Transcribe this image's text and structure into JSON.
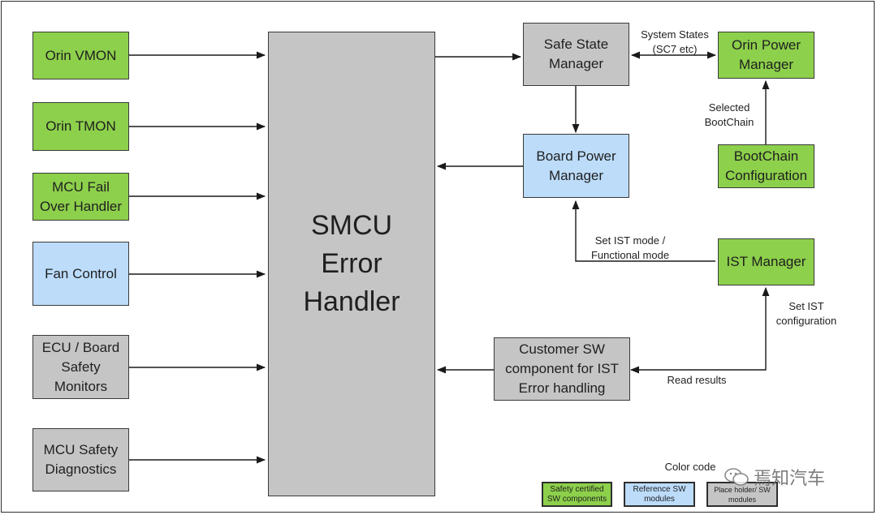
{
  "blocks": {
    "orin_vmon": "Orin VMON",
    "orin_tmon": "Orin TMON",
    "mcu_failover": "MCU Fail\nOver Handler",
    "fan_control": "Fan Control",
    "ecu_board": "ECU / Board\nSafety\nMonitors",
    "mcu_safety_diag": "MCU Safety\nDiagnostics",
    "smcu": "SMCU\nError\nHandler",
    "safe_state": "Safe State\nManager",
    "board_power": "Board Power\nManager",
    "orin_power": "Orin Power\nManager",
    "bootchain_config": "BootChain\nConfiguration",
    "ist_manager": "IST Manager",
    "customer_sw": "Customer SW\ncomponent for IST\nError handling"
  },
  "labels": {
    "system_states": "System States\n(SC7 etc)",
    "selected_bootchain": "Selected\nBootChain",
    "set_ist_mode": "Set IST mode /\nFunctional mode",
    "set_ist_config": "Set IST\nconfiguration",
    "read_results": "Read results"
  },
  "legend": {
    "title": "Color code",
    "safety_certified": "Safety certified\nSW components",
    "reference": "Reference SW\nmodules",
    "placeholder": "Place holder/ SW\nmodules"
  },
  "watermark": "焉知汽车",
  "colors": {
    "green": "#8dd04b",
    "blue": "#bcdcfa",
    "gray": "#c5c5c5"
  }
}
